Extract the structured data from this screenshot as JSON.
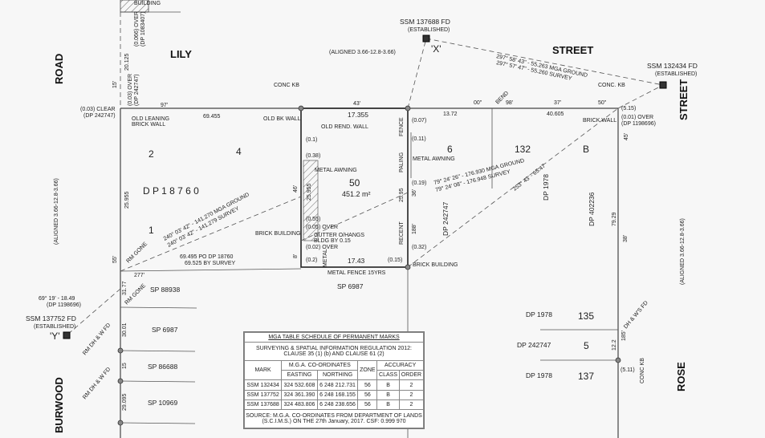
{
  "roads": {
    "road": "ROAD",
    "lily": "LILY",
    "street_top": "STREET",
    "street_right": "STREET",
    "burwood": "BURWOOD",
    "rose": "ROSE"
  },
  "marks": {
    "x_name": "SSM 137688 FD",
    "x_est": "(ESTABLISHED)",
    "x_label": "'X'",
    "r_name": "SSM 132434 FD",
    "r_est": "(ESTABLISHED)",
    "y_name": "SSM 137752 FD",
    "y_est": "(ESTABLISHED)",
    "y_label": "'Y'",
    "y_bearing": "69° 19' - 18.49",
    "y_dp": "(DP 1198696)"
  },
  "lot50": {
    "number": "50",
    "area": "451.2 m²",
    "top": "17.355",
    "bottom": "17.43",
    "left": "25.955",
    "right": "25.95"
  },
  "labels": {
    "aligned_top": "(ALIGNED 3.66-12.8-3.66)",
    "aligned_left": "(ALIGNED 3.66-12.8-3.66)",
    "aligned_right": "(ALIGNED 3.66-12.8-3.66)",
    "street_brg1": "297° 58' 43\" - 55.263 MGA GROUND",
    "street_brg2": "297° 57' 47\" - 55.260 SURVEY",
    "dist_69455": "69.455",
    "deg97": "97'",
    "deg15": "15'",
    "dist_20125": "20.125",
    "clear003": "(0.03) CLEAR",
    "dp242747a": "(DP 242747)",
    "old_leaning": "OLD LEANING",
    "brick_wall": "BRICK WALL",
    "over066": "(0.066) OVER",
    "dp1083407": "(DP 1083407)",
    "over003": "(0.03) OVER",
    "dp242747b": "(DP 242747)",
    "building_top": "BUILDING",
    "conc_kb1": "CONC KB",
    "old_bk_wall": "OLD BK WALL",
    "old_rend_wall": "OLD REND. WALL",
    "deg43": "43'",
    "dist_1372": "13.72",
    "deg00": "00\"",
    "bend": "BEND",
    "deg98": "98'",
    "deg37": "37'",
    "dist_40605": "40.605",
    "deg50": "50\"",
    "conc_kb2": "CONC. KB",
    "brick_wall2": "BRICK WALL",
    "clear515": "(5.15)",
    "over001": "(0.01) OVER",
    "dp1198696": "(DP 1198696)",
    "deg45": "45'",
    "lot2": "2",
    "lot4": "4",
    "lot1": "1",
    "lot6": "6",
    "lot132": "132",
    "lotB": "B",
    "dp18760": "D P          1 8 7 6 0",
    "dp1978a": "DP  1978",
    "dp242747c": "DP  242747",
    "dp402236": "DP  402236",
    "brg_176a": "79° 24' 26\" - 176.930 MGA GROUND",
    "brg_176b": "79° 24' 08\" - 176.948 SURVEY",
    "brg_253": "253° 43' - 65.47",
    "brg_141a": "240° 03' 42\" - 141.270 MGA GROUND",
    "brg_141b": "240° 03' 42\" - 141.279 SURVEY",
    "dist_69495": "69.495  PO DP 18760",
    "dist_69525": "69.525  BY SURVEY",
    "dist_25955": "25.955",
    "deg55": "55'",
    "rm_gone1": "RM GONE",
    "rm_gone2": "RM GONE",
    "deg277": "277'",
    "dist_3177": "31.77",
    "dist_3001": "30.01",
    "dist_15": "15",
    "dist_29095": "29.095",
    "sp88938": "SP  88938",
    "sp6987a": "SP  6987",
    "sp86688": "SP  86688",
    "sp10969": "SP  10969",
    "sp6987b": "SP  6987",
    "metal_awning1": "METAL AWNING",
    "metal_awning2": "METAL AWNING",
    "brick_building1": "BRICK BUILDING",
    "brick_building2": "BRICK BUILDING",
    "gutter": "GUTTER O/HANGS",
    "gutter2": "BLDG BY 0.15",
    "over005": "(0.05) OVER",
    "over002": "(0.02) OVER",
    "m055": "(0.55)",
    "m038": "(0.38)",
    "m01": "(0.1)",
    "m02": "(0.2)",
    "m007": "(0.07)",
    "m011": "(0.11)",
    "m019": "(0.19)",
    "m032": "(0.32)",
    "m015": "(0.15)",
    "fence": "FENCE",
    "paling": "PALING",
    "recent": "RECENT",
    "metal": "METAL",
    "metal_fence": "METAL FENCE  15YRS",
    "deg46": "46'",
    "deg36": "36'",
    "deg188": "188'",
    "deg8": "8'",
    "dist_7929": "79.29",
    "deg38": "38'",
    "dist_122": "12.2",
    "deg185": "185'",
    "m511": "(5.11)",
    "conc_kb3": "CONC KB",
    "lot135": "135",
    "lot5": "5",
    "lot137": "137",
    "dp1978b": "DP  1978",
    "dp242747d": "DP  242747",
    "dp1978c": "DP  1978",
    "rm_dh_w1": "RM DH & W FD",
    "rm_dh_w2": "RM DH & W FD",
    "dh_ws": "DH & W'S FD"
  },
  "table": {
    "title": "MGA TABLE SCHEDULE OF PERMANENT MARKS",
    "subtitle1": "SURVEYING & SPATIAL INFORMATION REGULATION 2012:",
    "subtitle2": "CLAUSE 35 (1) (b) AND CLAUSE 61 (2)",
    "h_mark": "MARK",
    "h_coords": "M.G.A. CO-ORDINATES",
    "h_zone": "ZONE",
    "h_accuracy": "ACCURACY",
    "h_easting": "EASTING",
    "h_northing": "NORTHING",
    "h_class": "CLASS",
    "h_order": "ORDER",
    "rows": [
      {
        "mark": "SSM 132434",
        "easting": "324 532.608",
        "northing": "6 248 212.731",
        "zone": "56",
        "class": "B",
        "order": "2"
      },
      {
        "mark": "SSM 137752",
        "easting": "324 361.390",
        "northing": "6 248 168.155",
        "zone": "56",
        "class": "B",
        "order": "2"
      },
      {
        "mark": "SSM 137688",
        "easting": "324 483.806",
        "northing": "6 248 238.656",
        "zone": "56",
        "class": "B",
        "order": "2"
      }
    ],
    "source1": "SOURCE: M.G.A. CO-ORDINATES FROM DEPARTMENT OF LANDS",
    "source2": "(S.C.I.M.S.) ON THE 27th January, 2017.   CSF: 0.999 970"
  }
}
